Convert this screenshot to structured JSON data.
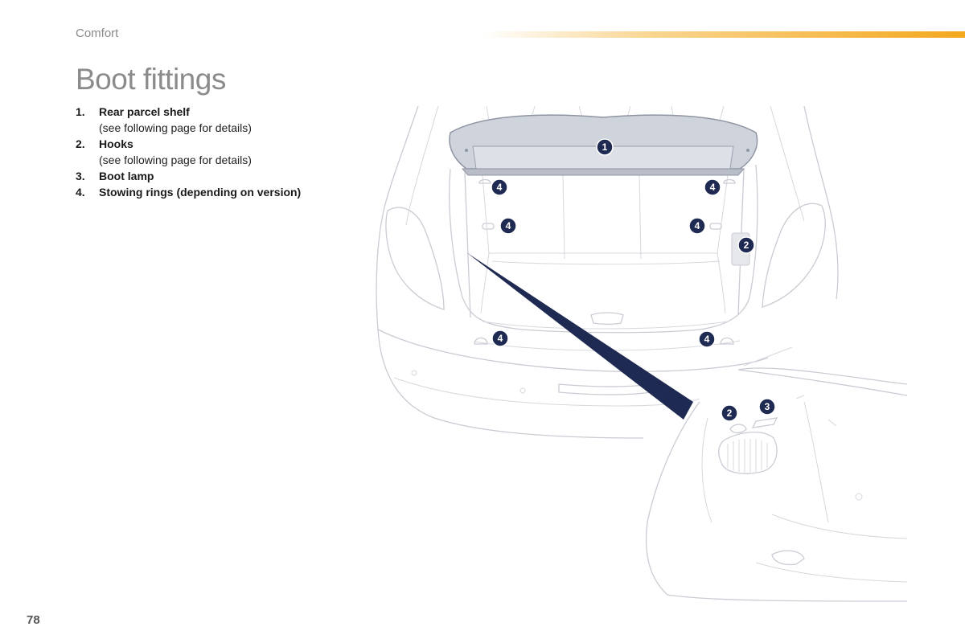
{
  "header": {
    "section": "Comfort",
    "title": "Boot fittings"
  },
  "legend": [
    {
      "num": "1.",
      "label": "Rear parcel shelf",
      "note": "(see following page for details)"
    },
    {
      "num": "2.",
      "label": "Hooks",
      "note": "(see following page for details)"
    },
    {
      "num": "3.",
      "label": "Boot lamp",
      "note": ""
    },
    {
      "num": "4.",
      "label": "Stowing rings (depending on version)",
      "note": ""
    }
  ],
  "callouts": {
    "shelf": "1",
    "ring_top_left": "4",
    "ring_top_right": "4",
    "ring_mid_left": "4",
    "ring_mid_right": "4",
    "hook_side": "2",
    "ring_bottom_left": "4",
    "ring_bottom_right": "4",
    "hook_inset": "2",
    "lamp_inset": "3"
  },
  "colors": {
    "accent_bar": "#f3a81d",
    "callout_badge": "#1f2a52",
    "pointer": "#1f2a52"
  },
  "footer": {
    "page_number": "78"
  }
}
